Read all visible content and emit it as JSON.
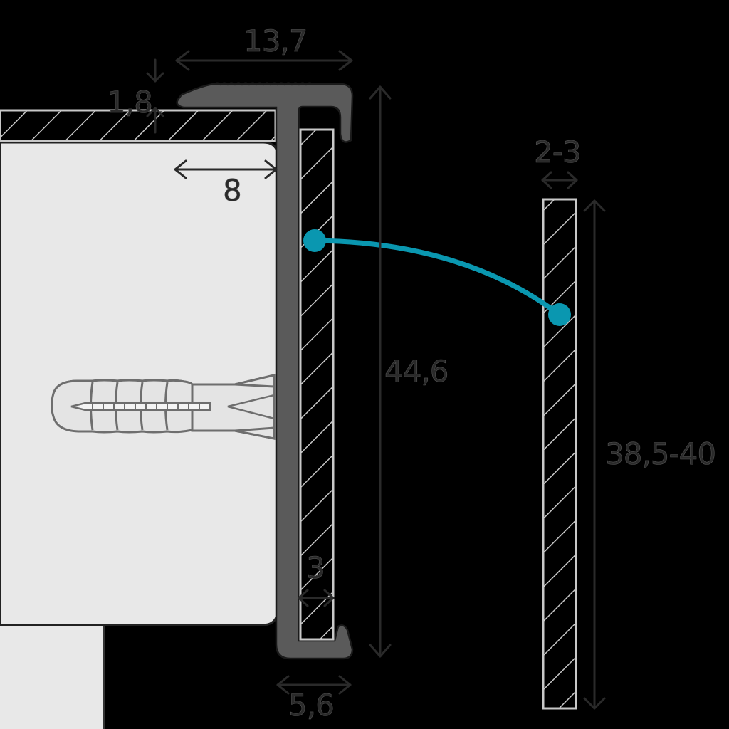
{
  "diagram": {
    "title": "Stair nosing profile cross-section with dimensions",
    "colors": {
      "background": "#000000",
      "profile": "#5a5a5a",
      "tread_board": "#e8e8e8",
      "hatch_lines": "#c8c8c8",
      "dimension_lines": "#2a2a2a",
      "connector": "#0a97b0"
    },
    "dimensions": {
      "top_width": "13,7",
      "lip_thickness": "1,8",
      "insert_depth": "8",
      "slot_gap": "3",
      "bottom_width": "5,6",
      "profile_height": "44,6",
      "insert_thickness": "2-3",
      "insert_height": "38,5-40"
    },
    "components": {
      "stair_tread": "stair-tread-board",
      "top_covering": "hatched-top-covering",
      "nosing_profile": "aluminium-nosing-profile",
      "wall_plug": "wall-plug-with-screw",
      "insert_strip": "hatched-insert-strip",
      "insert_strip_detail": "separate-insert-strip",
      "connector_curve": "teal-connector-line"
    }
  }
}
